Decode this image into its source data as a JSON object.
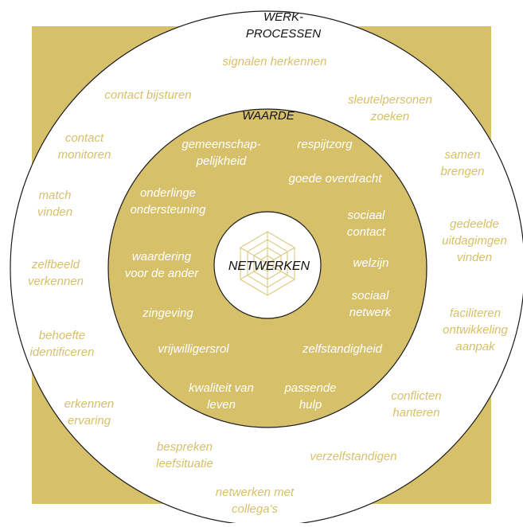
{
  "colors": {
    "gold": "#d7c06a",
    "white": "#ffffff",
    "ink": "#111111",
    "outline": "#1a1a1a"
  },
  "outer_ring": {
    "title": [
      "WERK-",
      "PROCESSEN"
    ],
    "items": [
      [
        "signalen herkennen"
      ],
      [
        "contact bijsturen"
      ],
      [
        "sleutelpersonen",
        "zoeken"
      ],
      [
        "contact",
        "monitoren"
      ],
      [
        "samen",
        "brengen"
      ],
      [
        "match",
        "vinden"
      ],
      [
        "gedeelde",
        "uitdagimgen",
        "vinden"
      ],
      [
        "zelfbeeld",
        "verkennen"
      ],
      [
        "faciliteren",
        "ontwikkeling",
        "aanpak"
      ],
      [
        "behoefte",
        "identificeren"
      ],
      [
        "conflicten",
        "hanteren"
      ],
      [
        "erkennen",
        "ervaring"
      ],
      [
        "bespreken",
        "leefsituatie"
      ],
      [
        "verzelfstandigen"
      ],
      [
        "netwerken met",
        "collega's"
      ]
    ]
  },
  "inner_ring": {
    "title": [
      "WAARDE"
    ],
    "items": [
      [
        "gemeenschap-",
        "pelijkheid"
      ],
      [
        "respijtzorg"
      ],
      [
        "goede overdracht"
      ],
      [
        "onderlinge",
        "ondersteuning"
      ],
      [
        "sociaal",
        "contact"
      ],
      [
        "waardering",
        "voor de ander"
      ],
      [
        "welzijn"
      ],
      [
        "sociaal",
        "netwerk"
      ],
      [
        "zingeving"
      ],
      [
        "vrijwilligersrol"
      ],
      [
        "zelfstandigheid"
      ],
      [
        "kwaliteit van",
        "leven"
      ],
      [
        "passende",
        "hulp"
      ]
    ]
  },
  "center": {
    "label": "NETWERKEN",
    "icon": "hexagon-web-icon"
  }
}
